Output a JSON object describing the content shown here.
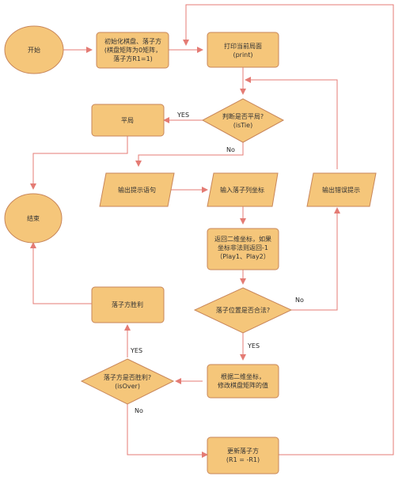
{
  "colors": {
    "node_fill": "#F5C67A",
    "node_stroke": "#C8865A",
    "edge": "#E47B74",
    "text": "#333333"
  },
  "nodes": {
    "start": "开始",
    "init": [
      "初始化棋盘、落子方",
      "(棋盘矩阵为0矩阵，",
      "落子方R1=1)"
    ],
    "print": [
      "打印当前局面",
      "(print)"
    ],
    "is_tie": [
      "判断是否平局?",
      "(isTie)"
    ],
    "draw": "平局",
    "prompt_output": "输出提示语句",
    "input_coords": "输入落子列坐标",
    "return_coords": [
      "返回二维坐标，如果",
      "坐标非法则返回-1",
      "（Play1、Play2）"
    ],
    "error_output": "输出错误提示",
    "end": "结束",
    "is_valid": "落子位置是否合法?",
    "update_board": [
      "根据二维坐标，",
      "修改棋盘矩阵的值"
    ],
    "is_win": [
      "落子方是否胜利?",
      "(isOver)"
    ],
    "winner": "落子方胜利",
    "switch_player": [
      "更新落子方",
      "(R1 = -R1)"
    ]
  },
  "edge_labels": {
    "tie_yes": "YES",
    "tie_no": "No",
    "valid_no": "No",
    "valid_yes": "YES",
    "win_yes": "YES",
    "win_no": "No"
  }
}
